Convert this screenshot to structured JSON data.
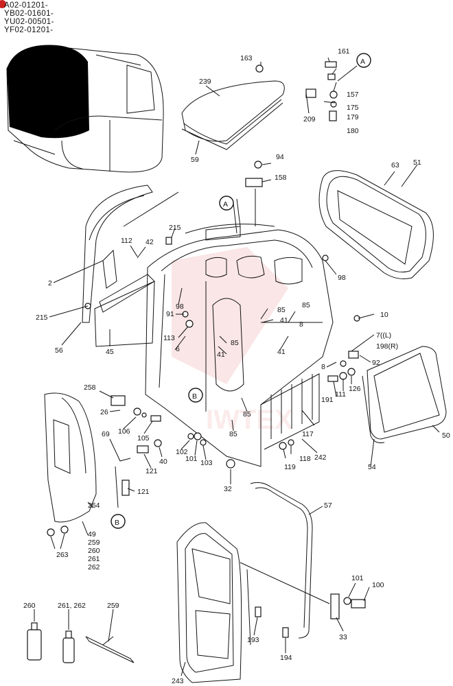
{
  "serials": [
    "A02-01201-",
    "YB02-01601-",
    "YU02-00501-",
    "YF02-01201-"
  ],
  "labels": {
    "p2": "2",
    "p6": "6",
    "p7": "7((L)",
    "p198": "198(R)",
    "p8a": "8",
    "p8b": "8",
    "p10": "10",
    "p26": "26",
    "p32": "32",
    "p33": "33",
    "p40": "40",
    "p41a": "41",
    "p41b": "41",
    "p41c": "41",
    "p42": "42",
    "p45": "45",
    "p49": "49",
    "p259b": "259",
    "p260b": "260",
    "p261b": "261",
    "p262b": "262",
    "p50": "50",
    "p51": "51",
    "p54": "54",
    "p56": "56",
    "p57": "57",
    "p59": "59",
    "p63": "63",
    "p69": "69",
    "p85a": "85",
    "p85b": "85",
    "p85c": "85",
    "p85d": "85",
    "p85e": "85",
    "p91": "91",
    "p92": "92",
    "p94": "94",
    "p98a": "98",
    "p98b": "98",
    "p100": "100",
    "p101a": "101",
    "p101b": "101",
    "p102": "102",
    "p103": "103",
    "p105": "105",
    "p106": "106",
    "p111": "111",
    "p112": "112",
    "p113": "113",
    "p117": "117",
    "p118": "118",
    "p119": "119",
    "p121a": "121",
    "p121b": "121",
    "p126": "126",
    "p157": "157",
    "p158": "158",
    "p161": "161",
    "p163": "163",
    "p175": "175",
    "p179": "179",
    "p180": "180",
    "p191": "191",
    "p193": "193",
    "p194": "194",
    "p209": "209",
    "p215a": "215",
    "p215b": "215",
    "p239": "239",
    "p242": "242",
    "p243": "243",
    "p258": "258",
    "p259": "259",
    "p260": "260",
    "p26162": "261, 262",
    "p263": "263",
    "p264": "264",
    "refA1": "A",
    "refA2": "A",
    "refB1": "B",
    "refB2": "B"
  },
  "colors": {
    "line": "#111111",
    "watermark": "#f2b8b8",
    "marker": "#cc2222"
  }
}
